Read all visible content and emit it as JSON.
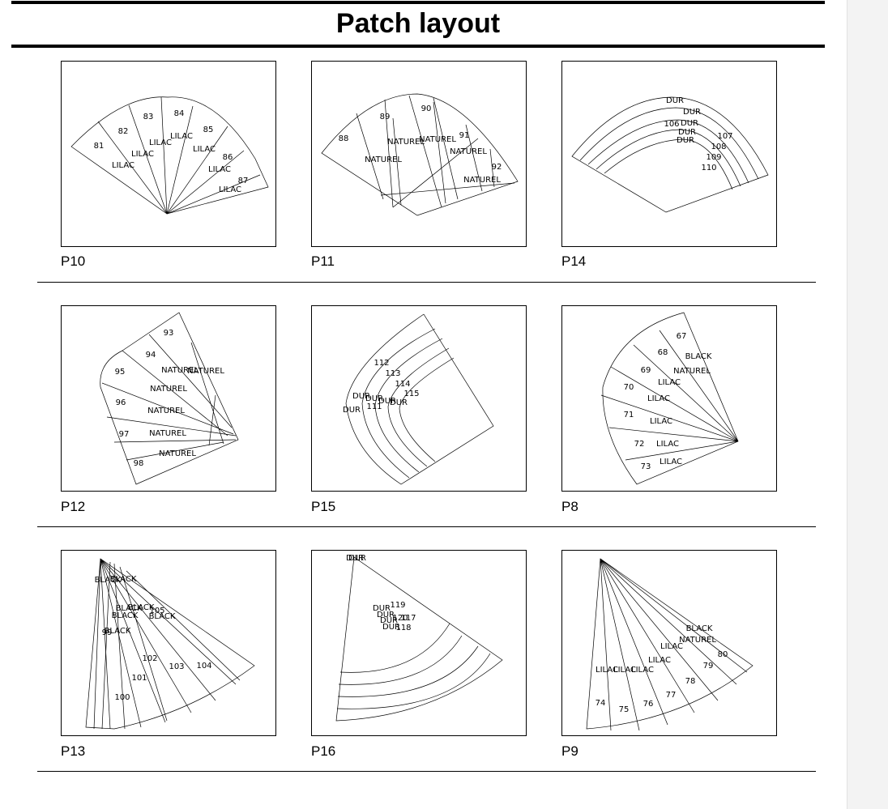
{
  "title": "Patch layout",
  "page_color": "#ffffff",
  "gutter_color": "#f3f3f3",
  "panels": [
    {
      "id": "P10",
      "labels": [
        [
          "81",
          46,
          107
        ],
        [
          "82",
          76,
          89
        ],
        [
          "83",
          107,
          71
        ],
        [
          "84",
          145,
          67
        ],
        [
          "85",
          181,
          87
        ],
        [
          "86",
          205,
          121
        ],
        [
          "87",
          224,
          150
        ],
        [
          "LILAC",
          76,
          131
        ],
        [
          "LILAC",
          100,
          117
        ],
        [
          "LILAC",
          122,
          103
        ],
        [
          "LILAC",
          148,
          95
        ],
        [
          "LILAC",
          176,
          111
        ],
        [
          "LILAC",
          195,
          136
        ],
        [
          "LILAC",
          208,
          161
        ]
      ]
    },
    {
      "id": "P11",
      "labels": [
        [
          "88",
          39,
          98
        ],
        [
          "89",
          90,
          71
        ],
        [
          "90",
          141,
          61
        ],
        [
          "91",
          188,
          94
        ],
        [
          "92",
          228,
          133
        ],
        [
          "NATUREL",
          88,
          124
        ],
        [
          "NATUREL",
          116,
          102
        ],
        [
          "NATUREL",
          155,
          99
        ],
        [
          "NATUREL",
          193,
          114
        ],
        [
          "NATUREL",
          210,
          149
        ]
      ]
    },
    {
      "id": "P14",
      "labels": [
        [
          "DUR",
          139,
          51
        ],
        [
          "DUR",
          160,
          65
        ],
        [
          "106",
          135,
          80
        ],
        [
          "DUR",
          157,
          79
        ],
        [
          "DUR",
          154,
          90
        ],
        [
          "DUR",
          152,
          100
        ],
        [
          "107",
          201,
          95
        ],
        [
          "108",
          193,
          108
        ],
        [
          "109",
          187,
          121
        ],
        [
          "110",
          181,
          134
        ]
      ]
    },
    {
      "id": "P12",
      "labels": [
        [
          "93",
          132,
          36
        ],
        [
          "94",
          110,
          63
        ],
        [
          "95",
          72,
          84
        ],
        [
          "96",
          73,
          122
        ],
        [
          "97",
          77,
          161
        ],
        [
          "98",
          95,
          197
        ],
        [
          "NATUREL",
          146,
          82
        ],
        [
          "NATUREL",
          178,
          83
        ],
        [
          "NATUREL",
          132,
          105
        ],
        [
          "NATUREL",
          129,
          132
        ],
        [
          "NATUREL",
          131,
          160
        ],
        [
          "NATUREL",
          143,
          185
        ]
      ]
    },
    {
      "id": "P15",
      "labels": [
        [
          "112",
          86,
          73
        ],
        [
          "113",
          100,
          86
        ],
        [
          "114",
          112,
          99
        ],
        [
          "115",
          123,
          111
        ],
        [
          "DUR",
          61,
          114
        ],
        [
          "DUR",
          77,
          117
        ],
        [
          "DUR",
          93,
          120
        ],
        [
          "DUR",
          107,
          122
        ],
        [
          "111",
          77,
          127
        ],
        [
          "DUR",
          49,
          131
        ]
      ]
    },
    {
      "id": "P8",
      "labels": [
        [
          "67",
          147,
          40
        ],
        [
          "68",
          124,
          60
        ],
        [
          "BLACK",
          168,
          65
        ],
        [
          "69",
          103,
          82
        ],
        [
          "NATUREL",
          160,
          83
        ],
        [
          "LILAC",
          132,
          97
        ],
        [
          "70",
          82,
          103
        ],
        [
          "LILAC",
          119,
          117
        ],
        [
          "71",
          82,
          137
        ],
        [
          "LILAC",
          122,
          145
        ],
        [
          "72",
          95,
          173
        ],
        [
          "LILAC",
          130,
          173
        ],
        [
          "73",
          103,
          201
        ],
        [
          "LILAC",
          134,
          195
        ]
      ]
    },
    {
      "id": "P13",
      "labels": [
        [
          "BLACK",
          57,
          39
        ],
        [
          "BLACK",
          76,
          38
        ],
        [
          "BLACK",
          83,
          74
        ],
        [
          "BLACK",
          98,
          73
        ],
        [
          "105",
          118,
          77
        ],
        [
          "BLACK",
          78,
          83
        ],
        [
          "BLACK",
          124,
          84
        ],
        [
          "BLACK",
          69,
          102
        ],
        [
          "99",
          56,
          104
        ],
        [
          "102",
          109,
          136
        ],
        [
          "103",
          142,
          146
        ],
        [
          "104",
          176,
          145
        ],
        [
          "101",
          96,
          160
        ],
        [
          "100",
          75,
          184
        ]
      ]
    },
    {
      "id": "P16",
      "labels": [
        [
          "DUR",
          53,
          12
        ],
        [
          "DUR",
          56,
          12
        ],
        [
          "119",
          106,
          70
        ],
        [
          "DUR",
          86,
          74
        ],
        [
          "DUR",
          91,
          82
        ],
        [
          "117",
          119,
          86
        ],
        [
          "DUR",
          95,
          89
        ],
        [
          "120",
          109,
          86
        ],
        [
          "118",
          113,
          98
        ],
        [
          "DUR",
          98,
          97
        ]
      ]
    },
    {
      "id": "P9",
      "labels": [
        [
          "BLACK",
          169,
          99
        ],
        [
          "NATUREL",
          167,
          113
        ],
        [
          "LILAC",
          135,
          121
        ],
        [
          "80",
          198,
          131
        ],
        [
          "LILAC",
          120,
          138
        ],
        [
          "79",
          180,
          145
        ],
        [
          "LILAC",
          99,
          150
        ],
        [
          "LILAC",
          77,
          150
        ],
        [
          "LILAC",
          55,
          150
        ],
        [
          "78",
          158,
          164
        ],
        [
          "77",
          134,
          181
        ],
        [
          "76",
          106,
          192
        ],
        [
          "74",
          47,
          191
        ],
        [
          "75",
          76,
          199
        ]
      ]
    }
  ]
}
